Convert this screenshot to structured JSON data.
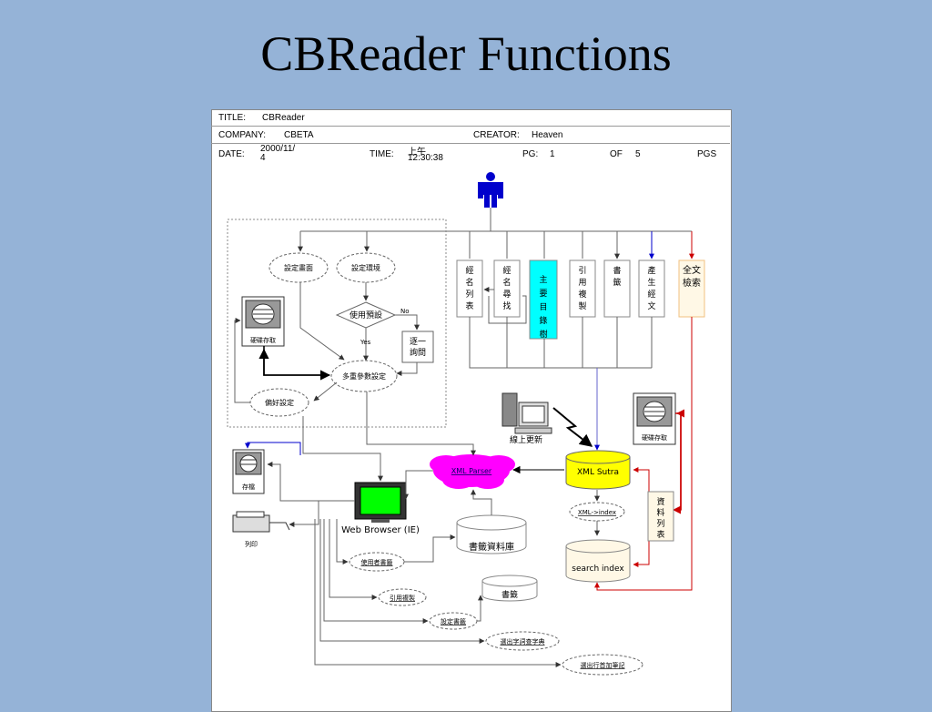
{
  "slide": {
    "title": "CBReader Functions"
  },
  "header": {
    "title_label": "TITLE:",
    "title_value": "CBReader",
    "company_label": "COMPANY:",
    "company_value": "CBETA",
    "creator_label": "CREATOR:",
    "creator_value": "Heaven",
    "date_label": "DATE:",
    "date_value_1": "2000/11/",
    "date_value_2": "4",
    "time_label": "TIME:",
    "time_value_1": "上午",
    "time_value_2": "12:30:38",
    "pg_label": "PG:",
    "pg_value": "1",
    "of_label": "OF",
    "of_value": "5",
    "pgs_label": "PGS"
  },
  "diagram": {
    "settings": {
      "screen": "設定畫面",
      "env": "設定環境",
      "use_default": "使用預設",
      "no": "No",
      "yes": "Yes",
      "ask_1": "逐一",
      "ask_2": "詢問",
      "multi": "多重參數設定",
      "prefs": "偏好設定",
      "disk": "硬碟存取"
    },
    "columns": [
      {
        "label": "經名列表",
        "chars": [
          "經",
          "名",
          "列",
          "表"
        ],
        "style": "gray"
      },
      {
        "label": "經名尋找",
        "chars": [
          "經",
          "名",
          "尋",
          "找"
        ],
        "style": "gray"
      },
      {
        "label": "主要目錄樹",
        "chars": [
          "主",
          "要",
          "目",
          "錄",
          "樹"
        ],
        "style": "cyan"
      },
      {
        "label": "引用複製",
        "chars": [
          "引",
          "用",
          "複",
          "製"
        ],
        "style": "gray"
      },
      {
        "label": "書籤",
        "chars": [
          "書",
          "籤"
        ],
        "style": "gray"
      },
      {
        "label": "產生經文",
        "chars": [
          "產",
          "生",
          "經",
          "文"
        ],
        "style": "gray"
      },
      {
        "label": "全文檢索",
        "chars": [
          "全文",
          "檢索"
        ],
        "style": "cream"
      }
    ],
    "online_update": "線上更新",
    "disk_right": "硬碟存取",
    "xml_parser": "XML Parser",
    "xml_sutra": "XML Sutra",
    "xml_index": "XML->index",
    "search_index": "search index",
    "data_list": [
      "資",
      "料",
      "列",
      "表"
    ],
    "save": "存檔",
    "print": "列印",
    "web_browser": "Web Browser (IE)",
    "bookmark_db": "書籤資料庫",
    "bookmark": "書籤",
    "outputs": [
      "使用者書籤",
      "引用複製",
      "設定書籤",
      "選出字詞查字典",
      "選出行首加筆記"
    ]
  },
  "colors": {
    "cyan": "#00ffff",
    "green": "#00ff00",
    "yellow": "#ffff00",
    "magenta": "#ff00ff",
    "person": "#0000cc"
  }
}
